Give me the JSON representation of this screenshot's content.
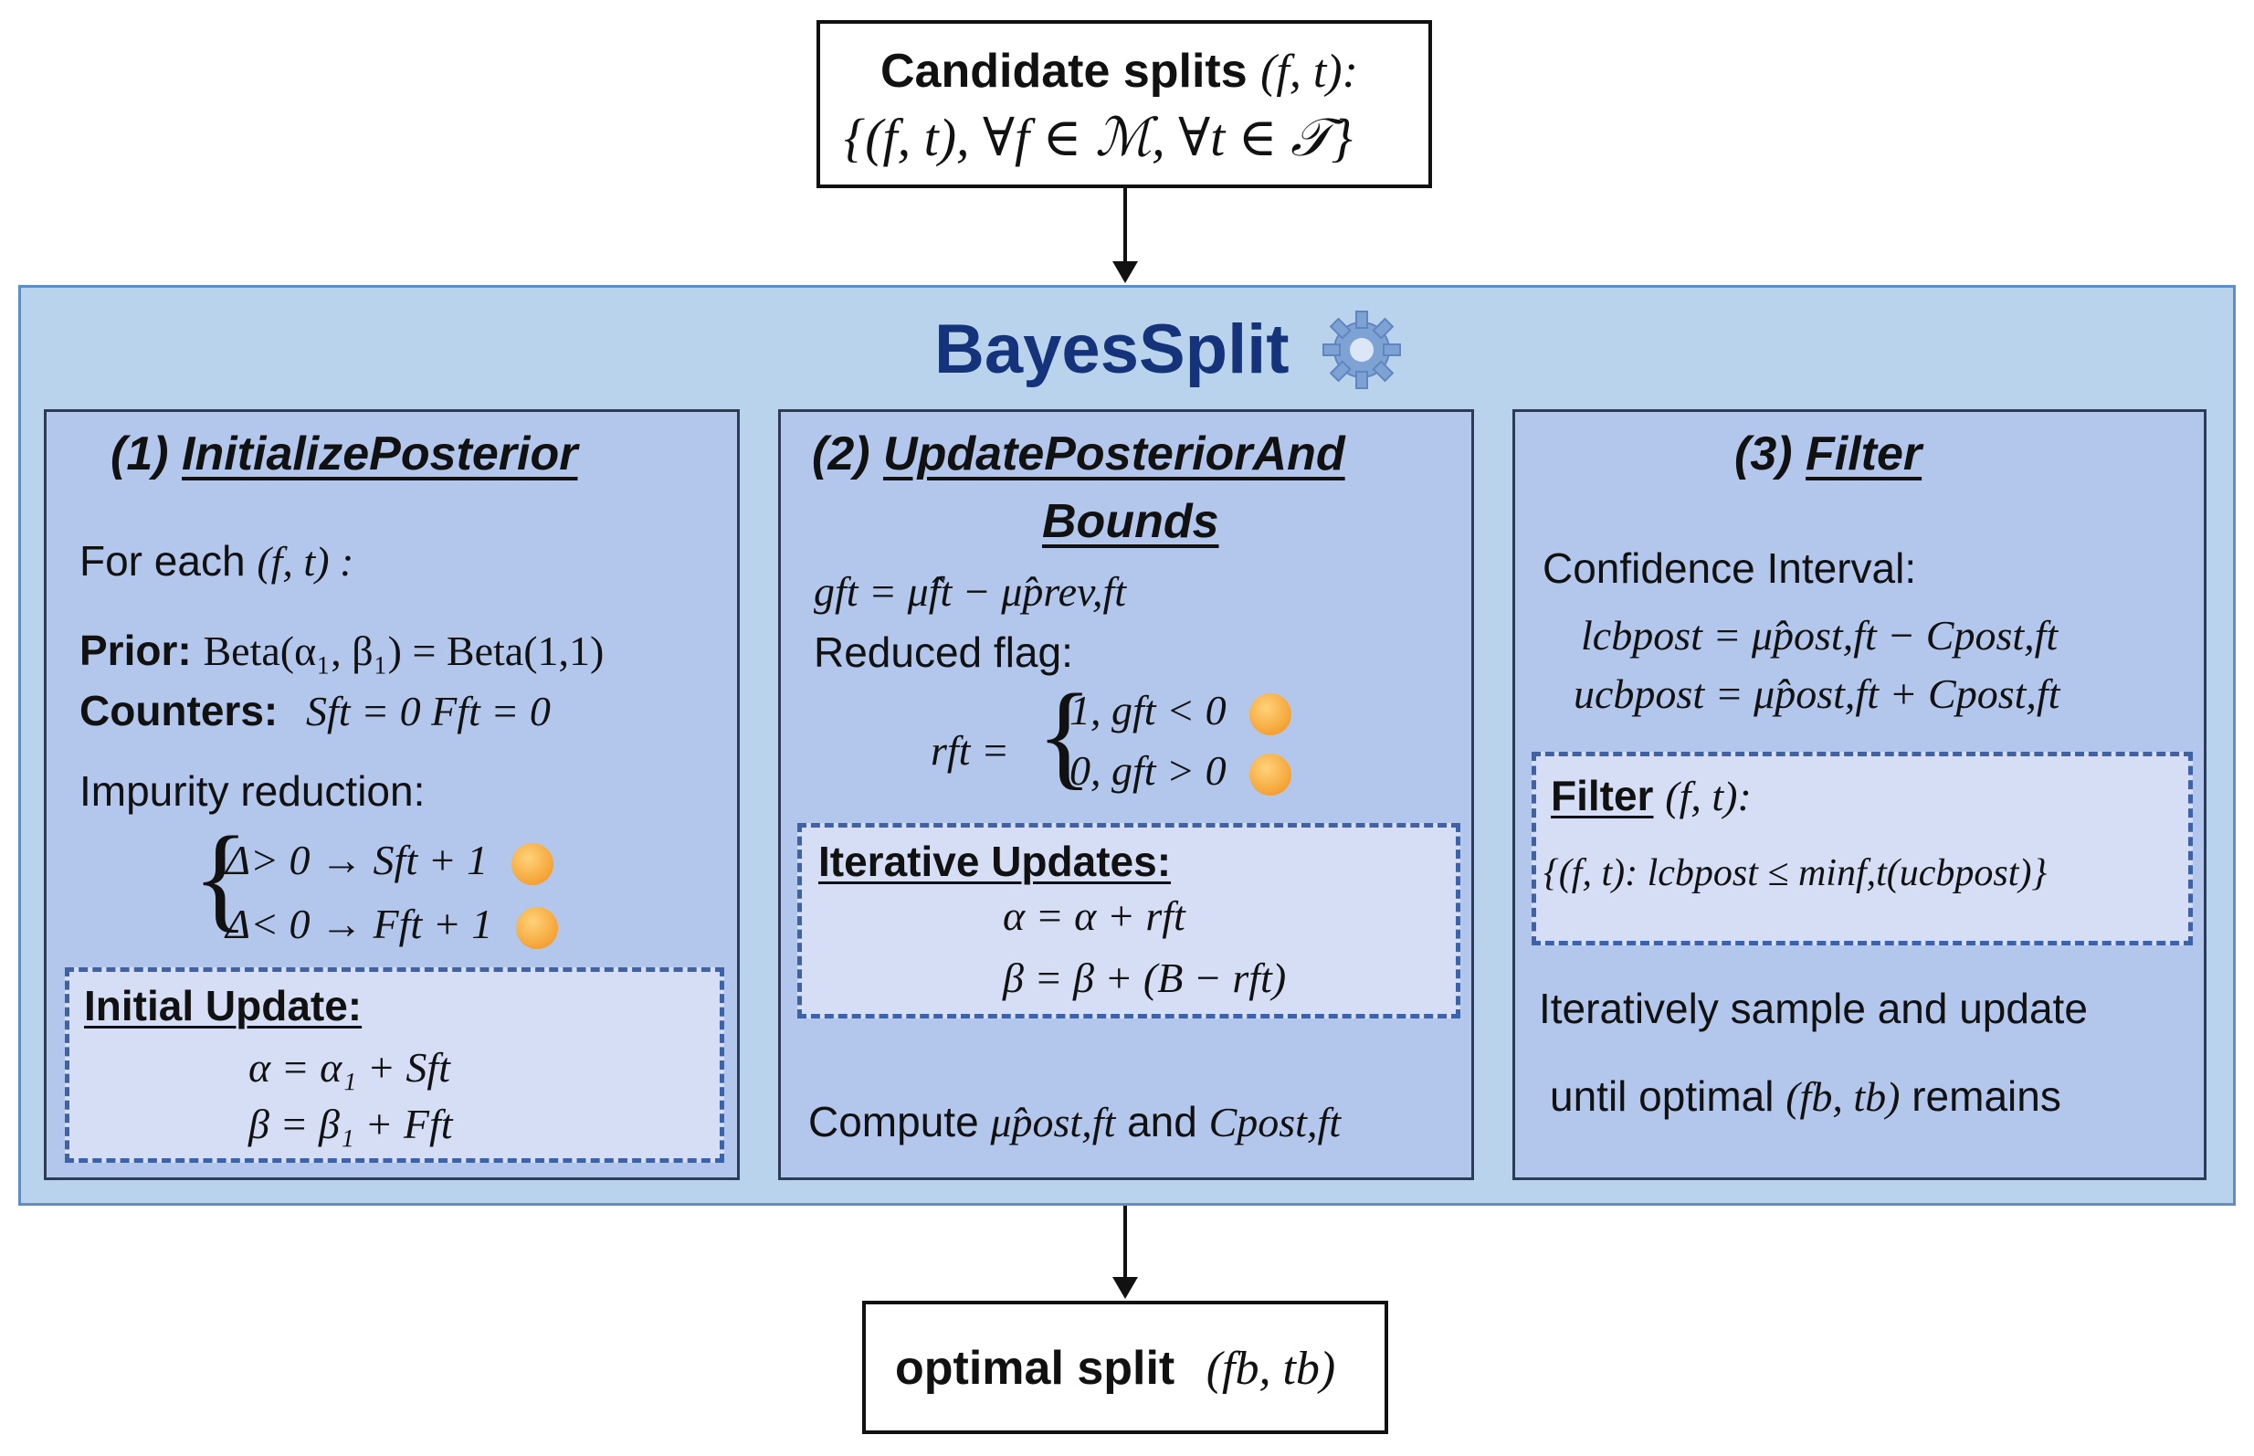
{
  "top_box": {
    "line1_prefix": "Candidate splits",
    "line1_math": "(f, t):",
    "line2_math": "{(f, t), ∀f ∈ ℳ, ∀t ∈ 𝒯}"
  },
  "main": {
    "title": "BayesSplit",
    "title_color": "#14337a",
    "title_icon": "gear-icon"
  },
  "panel1": {
    "heading_num": "(1)",
    "heading": "InitializePosterior",
    "for_each_label": "For each",
    "for_each_math": "(f, t) :",
    "prior_label": "Prior:",
    "prior_math": "Beta(α₁, β₁) = Beta(1,1)",
    "counters_label": "Counters:",
    "counters_math": "Sft = 0  Fft = 0",
    "impurity_label": "Impurity reduction:",
    "case1": "Δ> 0 → Sft + 1",
    "case2": "Δ< 0 → Fft + 1",
    "case1_icon": "grinning-face-icon",
    "case2_icon": "sad-face-icon",
    "update_title": "Initial Update:",
    "update_line1": "α = α₁ + Sft",
    "update_line2": "β = β₁ + Fft"
  },
  "panel2": {
    "heading_num": "(2)",
    "heading_line1": "UpdatePosteriorAnd",
    "heading_line2": "Bounds",
    "g_formula": "gft = μ̂ft − μ̂prev,ft",
    "reduced_label": "Reduced flag:",
    "r_lhs": "rft =",
    "r_case1": "1, gft < 0",
    "r_case2": "0, gft > 0",
    "r_case1_icon": "grinning-face-icon",
    "r_case2_icon": "sad-face-icon",
    "iter_title": "Iterative Updates:",
    "iter_line1": "α = α + rft",
    "iter_line2": "β = β + (B − rft)",
    "compute_prefix": "Compute",
    "compute_mu": "μ̂post,ft",
    "compute_and": "and",
    "compute_c": "Cpost,ft"
  },
  "panel3": {
    "heading_num": "(3)",
    "heading": "Filter",
    "ci_label": "Confidence Interval:",
    "lcb": "lcbpost = μ̂post,ft − Cpost,ft",
    "ucb": "ucbpost = μ̂post,ft + Cpost,ft",
    "filter_title": "Filter",
    "filter_math": "(f, t):",
    "filter_set": "{(f, t): lcbpost ≤ minf,t(ucbpost)}",
    "iter_line1": "Iteratively sample and update",
    "iter_line2_prefix": "until optimal",
    "iter_line2_math": "(fb, tb)",
    "iter_line2_suffix": "remains"
  },
  "bottom_box": {
    "label": "optimal split",
    "math": "(fb, tb)"
  }
}
